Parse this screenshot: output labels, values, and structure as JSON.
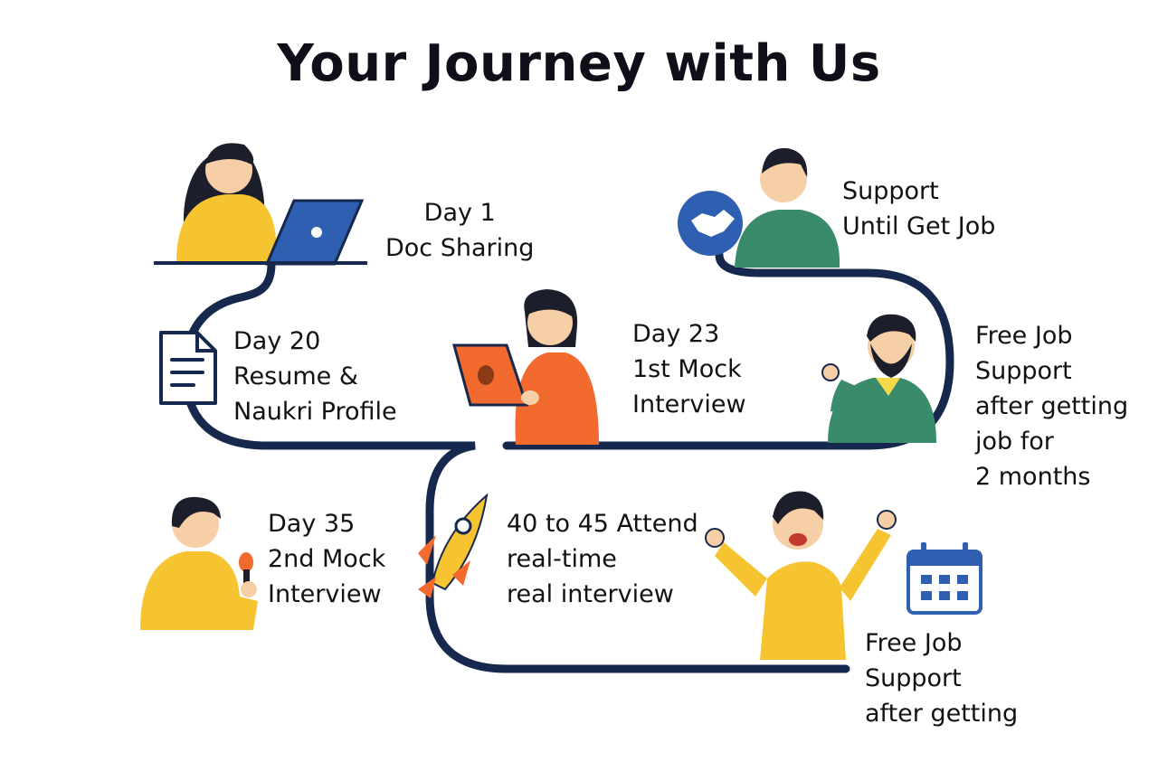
{
  "title": "Your Journey with Us",
  "colors": {
    "path": "#16284d",
    "yellow": "#f6c431",
    "orange": "#f26a2e",
    "green": "#3a8b6b",
    "blue": "#2f5fb0",
    "skin": "#f7cfa7",
    "hair": "#1c1f2b"
  },
  "steps": [
    {
      "id": "day1",
      "lines": [
        "Day 1",
        "Doc Sharing"
      ],
      "icon": "laptop-woman"
    },
    {
      "id": "day20",
      "lines": [
        "Day 20",
        "Resume &",
        "Naukri Profile"
      ],
      "icon": "document-icon"
    },
    {
      "id": "day23",
      "lines": [
        "Day 23",
        "1st Mock",
        "Interview"
      ],
      "icon": "woman-with-tablet"
    },
    {
      "id": "day35",
      "lines": [
        "Day 35",
        "2nd Mock",
        "Interview"
      ],
      "icon": "man-with-microphone"
    },
    {
      "id": "day40",
      "lines": [
        "40 to 45 Attend",
        "real-time",
        "real  interview"
      ],
      "icon": "rocket-icon"
    },
    {
      "id": "freejob_lower",
      "lines": [
        "Free Job",
        "Support",
        "after getting"
      ],
      "icon": "calendar-icon"
    },
    {
      "id": "freejob_right",
      "lines": [
        "Free  Job",
        "Support",
        "after getting",
        "job for",
        "2 months"
      ],
      "icon": "cheering-man"
    },
    {
      "id": "support",
      "lines": [
        "Support",
        "Until Get Job"
      ],
      "icon": "handshake-icon"
    }
  ]
}
